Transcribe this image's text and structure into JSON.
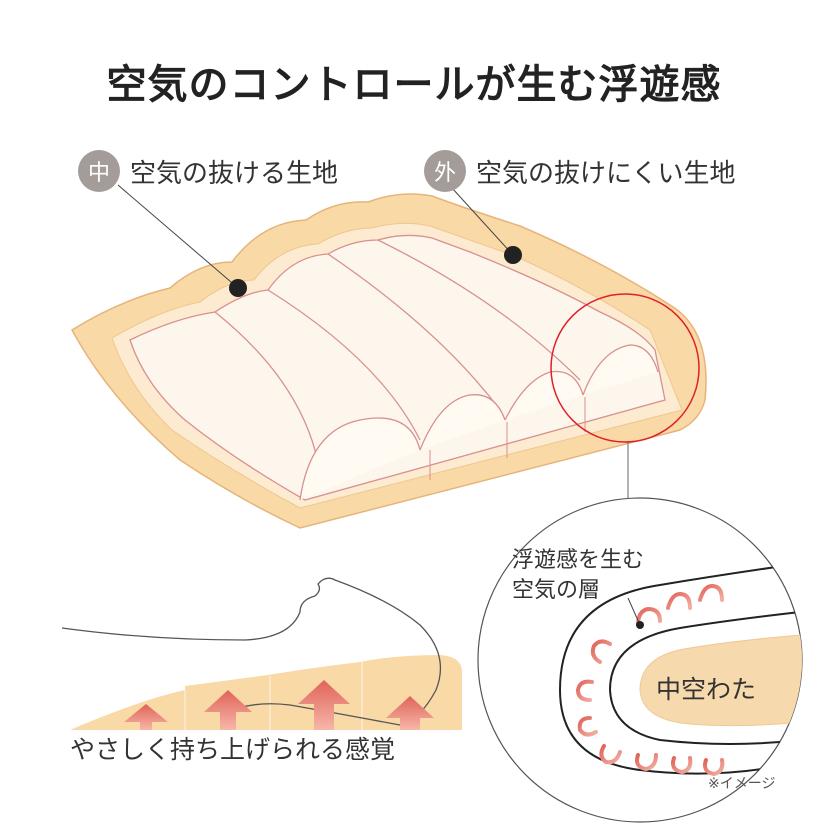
{
  "title": "空気のコントロールが生む浮遊感",
  "labels": {
    "inner": {
      "badge": "中",
      "text": "空気の抜ける生地"
    },
    "outer": {
      "badge": "外",
      "text": "空気の抜けにくい生地"
    }
  },
  "zoom": {
    "layer_label_line1": "浮遊感を生む",
    "layer_label_line2": "空気の層",
    "core_label": "中空わた"
  },
  "caption": "やさしく持ち上げられる感覚",
  "note": "※イメージ",
  "colors": {
    "outer_fabric": "#f9d9a6",
    "inner_fabric": "#fdf6ec",
    "stitch": "#d9908e",
    "arrow": "#e0766f",
    "zoom_ring": "#e0202a",
    "badge": "#a39c98"
  }
}
